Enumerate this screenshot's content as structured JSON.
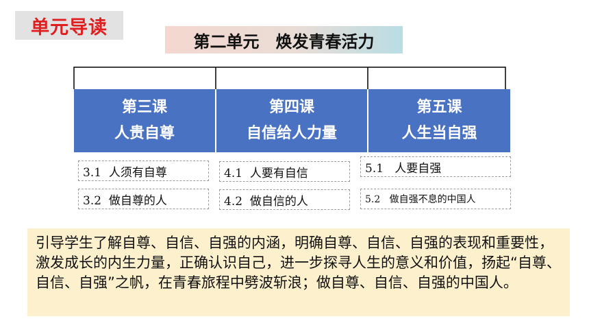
{
  "badge": {
    "label": "单元导读"
  },
  "unit_title": "第二单元　焕发青春活力",
  "lessons": [
    {
      "number": "第三课",
      "title": "人贵自尊"
    },
    {
      "number": "第四课",
      "title": "自信给人力量"
    },
    {
      "number": "第五课",
      "title": "人生当自强"
    }
  ],
  "sections": {
    "l3": [
      "3.1  人须有自尊",
      "3.2  做自尊的人"
    ],
    "l4": [
      "4.1  人要有自信",
      "4.2  做自信的人"
    ],
    "l5": [
      "5.1   人要自强",
      "5.2   做自强不息的中国人"
    ]
  },
  "summary": "引导学生了解自尊、自信、自强的内涵，明确自尊、自信、自强的表现和重要性，激发成长的内生力量，正确认识自己，进一步探寻人生的意义和价值，扬起“自尊、自信、自强”之帆，在青春旅程中劈波斩浪；做自尊、自信、自强的中国人。",
  "colors": {
    "badge_text": "#e02020",
    "badge_bg": "#e2e2e2",
    "lesson_bg": "#4a72c2",
    "summary_bg": "#fdf0cc"
  }
}
